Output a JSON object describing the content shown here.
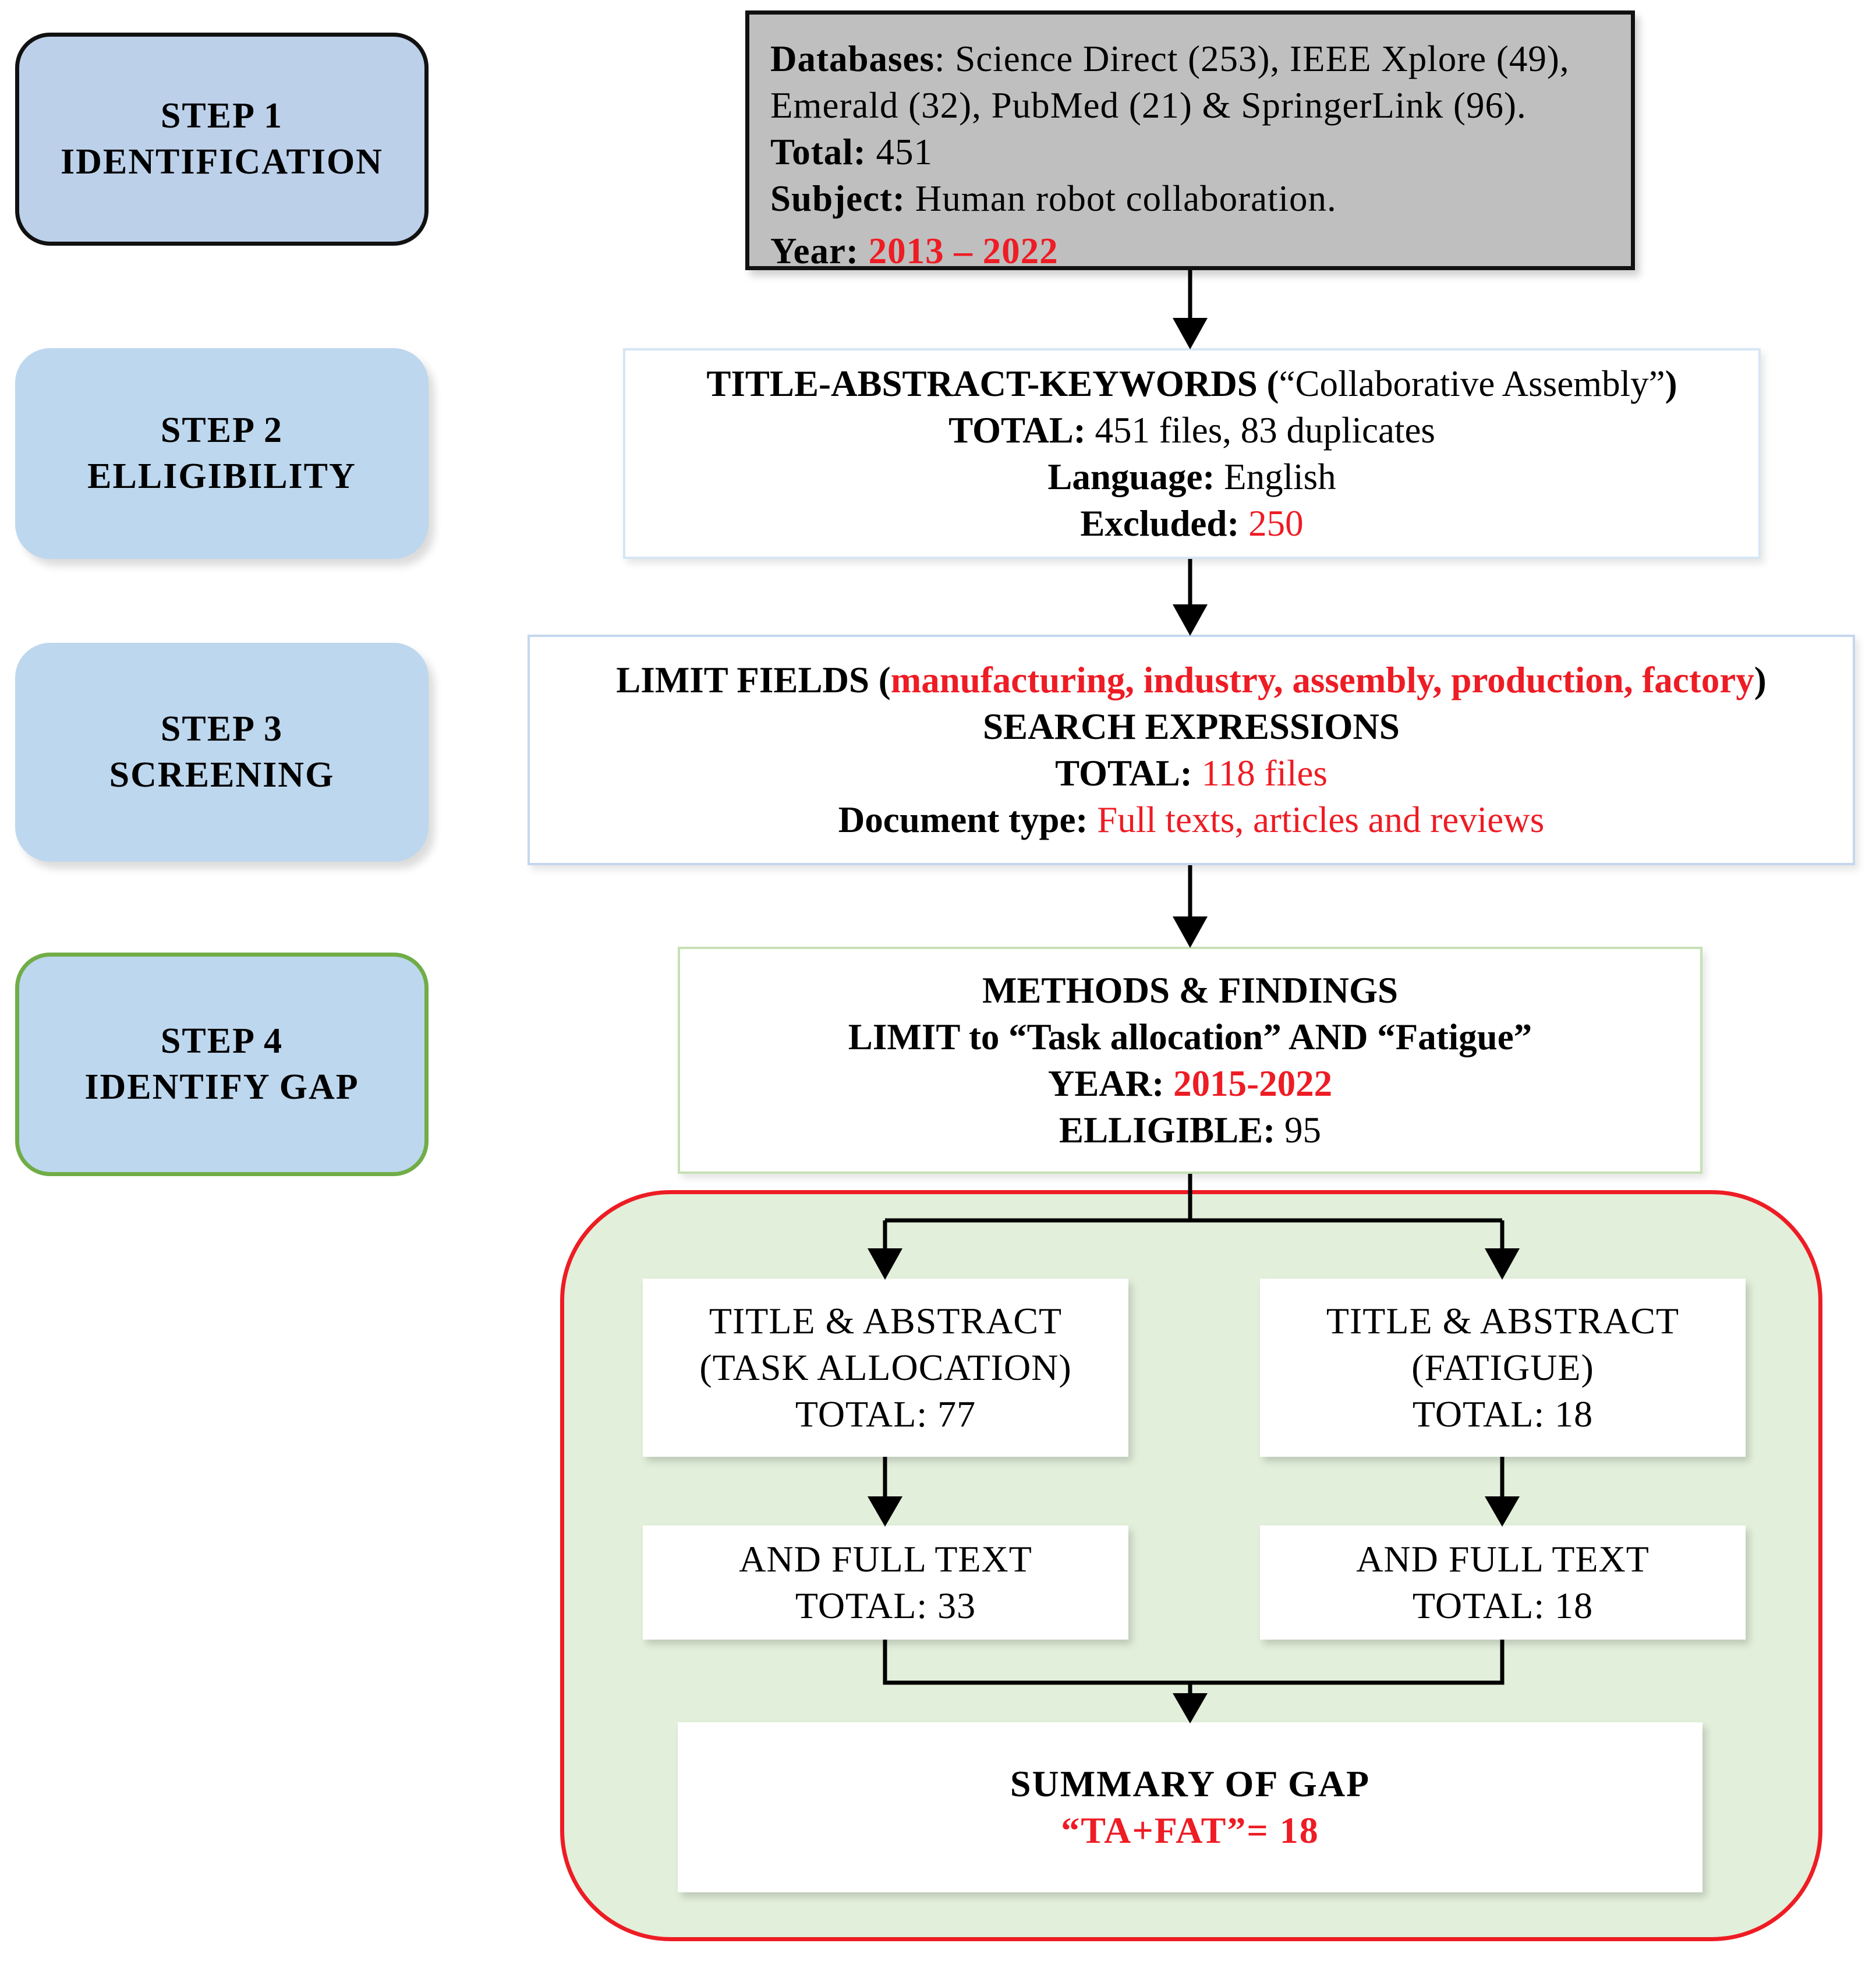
{
  "steps": [
    {
      "step": "STEP 1",
      "name": "IDENTIFICATION"
    },
    {
      "step": "STEP 2",
      "name": "ELLIGIBILITY"
    },
    {
      "step": "STEP 3",
      "name": "SCREENING"
    },
    {
      "step": "STEP 4",
      "name": "IDENTIFY GAP"
    }
  ],
  "identification": {
    "databases_label": "Databases",
    "databases_value": ": Science Direct (253), IEEE Xplore (49),",
    "databases_value2": "Emerald (32), PubMed (21) & SpringerLink (96).",
    "total_label": "Total:",
    "total_value": " 451",
    "subject_label": "Subject:",
    "subject_value": " Human robot collaboration.",
    "year_label": "Year:",
    "year_value": "2013 – 2022"
  },
  "eligibility": {
    "keywords_label": "TITLE-ABSTRACT-KEYWORDS (",
    "keywords_value": "“Collaborative Assembly”",
    "keywords_close": ")",
    "total_label": "TOTAL:",
    "total_value": " 451 files, 83 duplicates",
    "language_label": "Language:",
    "language_value": " English",
    "excluded_label": "Excluded:",
    "excluded_value": "250"
  },
  "screening": {
    "limit_label": "LIMIT FIELDS (",
    "limit_value": "manufacturing, industry, assembly, production, factory",
    "limit_close": ")",
    "search_label": "SEARCH EXPRESSIONS",
    "total_label": "TOTAL:",
    "total_value": "118 files",
    "doctype_label": "Document type:",
    "doctype_value": "Full texts, articles and reviews"
  },
  "gap": {
    "methods_label": "METHODS & FINDINGS",
    "limit_label": "LIMIT to “Task allocation” AND  “Fatigue”",
    "year_label": "YEAR:",
    "year_value": "2015-2022",
    "eligible_label": "ELLIGIBLE:",
    "eligible_value": " 95"
  },
  "task_allocation": {
    "line1": "TITLE & ABSTRACT",
    "line2": "(TASK ALLOCATION)",
    "total": "TOTAL: 77",
    "full_text_label": "AND FULL TEXT",
    "full_text_total": "TOTAL: 33"
  },
  "fatigue": {
    "line1": "TITLE & ABSTRACT",
    "line2": "(FATIGUE)",
    "total": "TOTAL: 18",
    "full_text_label": "AND FULL TEXT",
    "full_text_total": "TOTAL: 18"
  },
  "summary": {
    "title": "SUMMARY OF GAP",
    "value": "“TA+FAT”= 18"
  },
  "colors": {
    "highlight": "#ee1c24",
    "step_fill": "#bdd7ee",
    "identification_fill": "#bfbfbf",
    "gap_region_fill": "#e2efda",
    "gap_region_border": "#ee1c24"
  }
}
